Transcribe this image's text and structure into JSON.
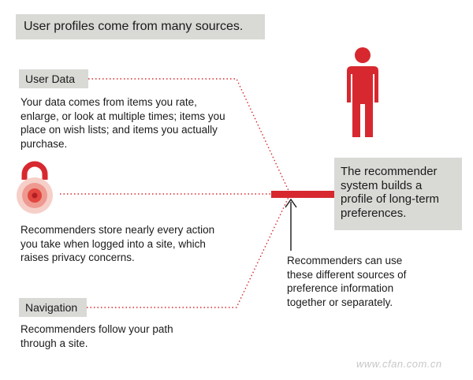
{
  "title": "User profiles come from many sources.",
  "sources": {
    "user_data": {
      "label": "User Data",
      "text": "Your data comes from items you rate, enlarge, or look at multiple times; items you place on wish lists; and items you actually purchase."
    },
    "privacy": {
      "icon": "padlock-target-icon",
      "text": "Recommenders store nearly every action you take when logged into a site, which raises privacy concerns."
    },
    "navigation": {
      "label": "Navigation",
      "text": "Recommenders follow your path through a site."
    }
  },
  "result": {
    "icon": "person-icon",
    "text": "The recommender system builds a profile of long-term preferences."
  },
  "note": "Recommenders can use these different sources of preference information together or separately.",
  "watermark": "www.cfan.com.cn",
  "colors": {
    "accent": "#d7282f",
    "box": "#d9d9d6",
    "text": "#1a1a1a"
  }
}
